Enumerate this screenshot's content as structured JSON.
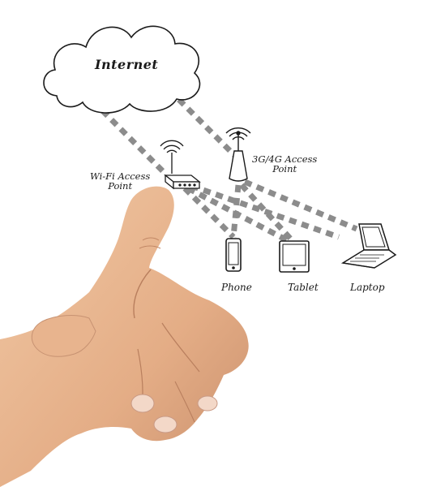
{
  "labels": {
    "internet": "Internet",
    "wifi_line1": "Wi-Fi Access",
    "wifi_line2": "Point",
    "cell_line1": "3G/4G Access",
    "cell_line2": "Point",
    "phone": "Phone",
    "tablet": "Tablet",
    "laptop": "Laptop"
  },
  "icons": {
    "cloud": "cloud-icon",
    "router": "wifi-router-icon",
    "tower": "cell-tower-icon",
    "phone": "smartphone-icon",
    "tablet": "tablet-icon",
    "laptop": "laptop-icon",
    "hand": "pointing-hand"
  },
  "colors": {
    "link": "#8c8c8c",
    "ink": "#1a1a1a",
    "skin": "#e9b992",
    "skin_shadow": "#c98f6c"
  }
}
